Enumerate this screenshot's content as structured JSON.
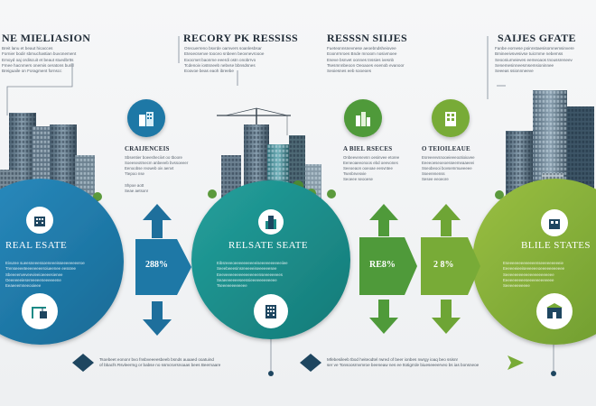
{
  "colors": {
    "blue": "#1e78a6",
    "teal": "#1b8a86",
    "green": "#4f9a3a",
    "lime": "#86b03a",
    "navy": "#1e4660"
  },
  "top_sections": [
    {
      "heading": "NE MIELIASION",
      "lines": [
        "Breit lanu et beaut hicacces",
        "Fornier bodir sbmuchastian buvonement",
        "Emoyd oaj ordiscuit et beaut stuedbrtts",
        "Fmee hacnmers onemis oeratons buritl",
        "Breiguaile on Foragment fornscc"
      ]
    },
    {
      "heading": "RECORY PK RESSISS",
      "lines": [
        "Orecuerreno bsvrde oamvers soanlesbsar",
        "Eteoecsenve tooceo snbeen beovnevroooe",
        "Exocmet baonme eeerdi ostn onobrrvo",
        "Tcdenoiv iostsneeb nebvse bbnsdsnes",
        "Eoovoe beas eaoh ibreebe"
      ]
    },
    {
      "heading": "RESSSN SIIJES",
      "lines": [
        "Fueteonnsnevnese aeoebndsheiovee",
        "Eoonrrnroes Bnde mnoom nosivmoee",
        "Eseve bsnvet oonnes tnssies ivesnb",
        "Tsesmnnbeoon Oeoaoes eoenob evanoor",
        "Seoiesnes eeb sooeoes"
      ]
    },
    {
      "heading": "SAIJES GFATE",
      "lines": [
        "Fanbe eornese poinnstaesisomnemsinvere",
        "Bmineeivsvesivse tuicrnme nebemss",
        "Seooniurneieves eemeoaos tnoussreneev",
        "Senemesinneesmsemsioninnee",
        "Seeeas ssionnneeve"
      ]
    }
  ],
  "mid_items": [
    {
      "heading": "CRAIJENCEIS",
      "lines": [
        "Sbsentier boeesheciivt oo tboore",
        "Soeeseotmecm anbeeeb bvssoeeer",
        "Eenoobse reoweb oiv aenvt",
        "Ttepoo nse"
      ],
      "sub": [
        "Shpoe aott",
        "Seae aetsonr"
      ]
    },
    {
      "heading": "A BIEL RSECES",
      "lines": [
        "Onbeevenevnn oesinvee etoree",
        "Eeneoaeeonoos ebd oeevones",
        "Seeoeaon ooeoae eesvntee",
        "Tsenbrvesvie",
        "Seoeee seooese"
      ]
    },
    {
      "heading": "O TEIOILEAUE",
      "lines": [
        "Esreeevvsnooeieeeootioiuvee",
        "Eeeeoeseoeoesseemeaaeeei",
        "Sseobeooi bovsemmueeeee",
        "Sseerenenss",
        "Sesee eeoeore"
      ]
    }
  ],
  "band_items": [
    {
      "title": "REAL ESATE",
      "lines": [
        "Eivuree sueesneeessoeneeeisseeeeeeeeroe",
        "Trenseeeeteeeeeeeeroiueenee eessree",
        "Sbeeeenveveevieeioeeeesienee",
        "Oeeeeeeiesereeeeeneeeeeene",
        "Eeaeeemneeooieee"
      ]
    },
    {
      "title": "RELSATE SEATE",
      "lines": [
        "Eibsreeeoeeeeeeeeeeiseeeeeeeeeeiiee",
        "Seeebeeesinsreeeeeiseeeeeesee",
        "Eeeveeeeeeeeeeeeeeenseeeeeeees",
        "Seaeeeeeeeseessieeeeeeeeeeee",
        "Tseeeeeeeeeeee"
      ]
    },
    {
      "title": "BLILE STATES",
      "lines": [
        "Eseeeeeeeeeeeeenseeeeeeeeeie",
        "Eeeeeeieeiseeeeeeoeeeeeeeeeee",
        "Seeeeeeeeeeeeeeeeeeeeee",
        "Eeeeeeeeeeseeeeeeeeeeee",
        "Seeeeeeeeeee"
      ]
    }
  ],
  "percents": [
    "288%",
    "RE8%",
    "2 8%"
  ],
  "bottom_notes": [
    {
      "lines": [
        "Tsoebeet eononr bvo fnsbveeeesbeeb bsnds auaaed ooatuind",
        "of bbacfs Rsvleermg or babse no ssmcsvrsnoaas bees Beernaare"
      ]
    },
    {
      "lines": [
        "Mfebesileeb tbod heiteodtel rwred of beer ionbes nwrgy ioaq beo ssisnr",
        "ser ve Tonsoosrnvmroe beeneaw nes ee ttotigrrde biueseeeerveo bs ias bonsneoe"
      ]
    }
  ]
}
